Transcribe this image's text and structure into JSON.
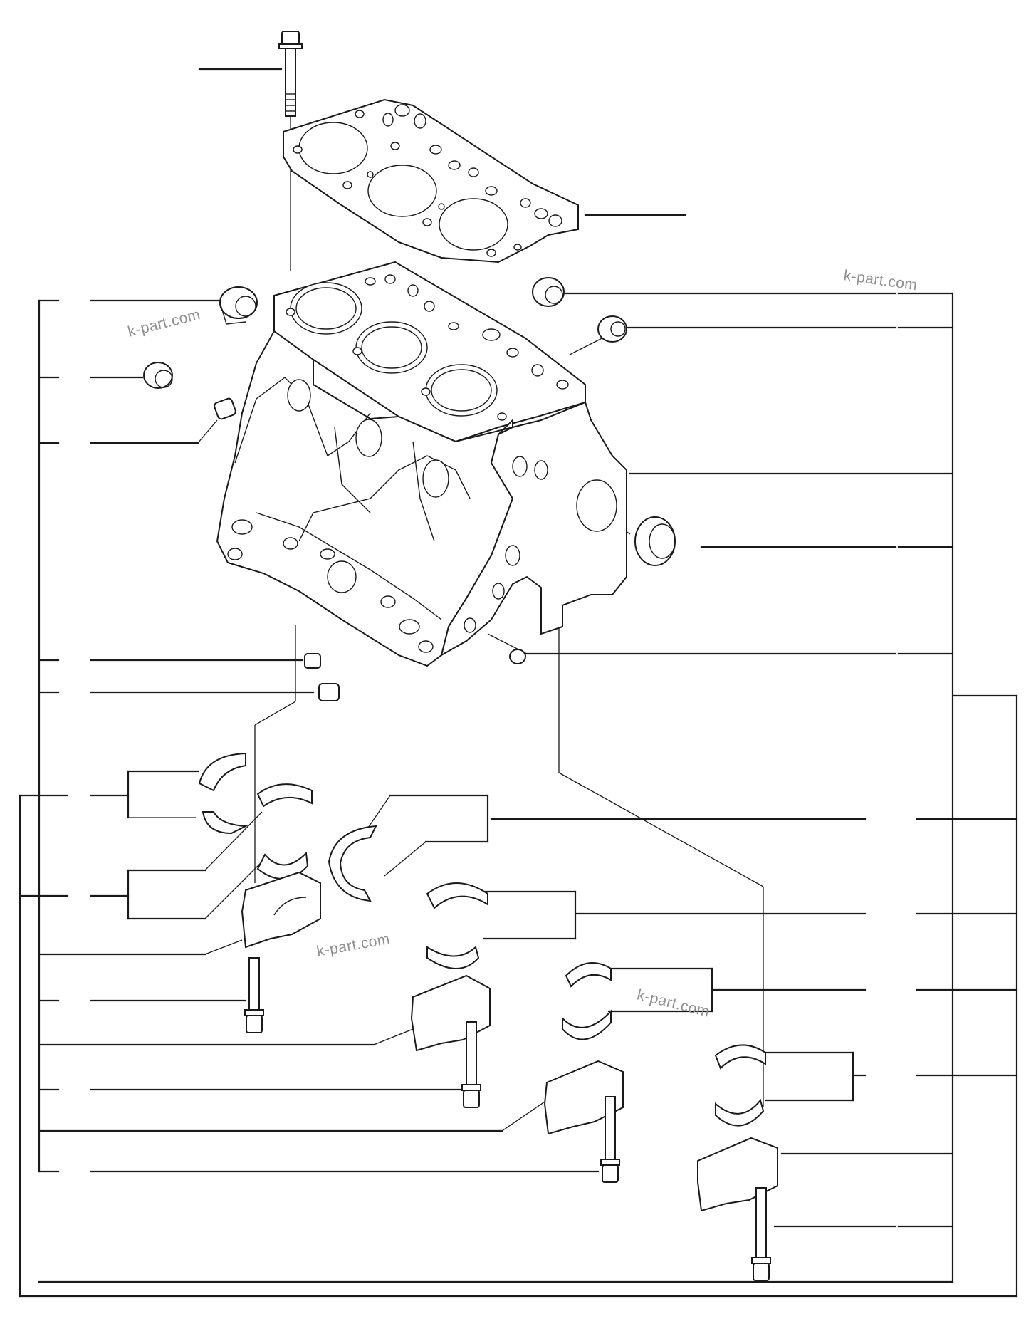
{
  "watermarks": [
    "k-part.com",
    "k-part.com",
    "k-part.com",
    "k-part.com"
  ],
  "icons": {
    "cylinder_head_gasket": "gasket-icon",
    "cylinder_block": "engine-block-icon",
    "main_bearing_cap": "bearing-cap-icon",
    "bearing_shell": "bearing-shell-icon",
    "thrust_washer": "thrust-washer-icon",
    "bolt": "bolt-icon",
    "plug": "plug-icon",
    "bushing": "bushing-icon"
  }
}
